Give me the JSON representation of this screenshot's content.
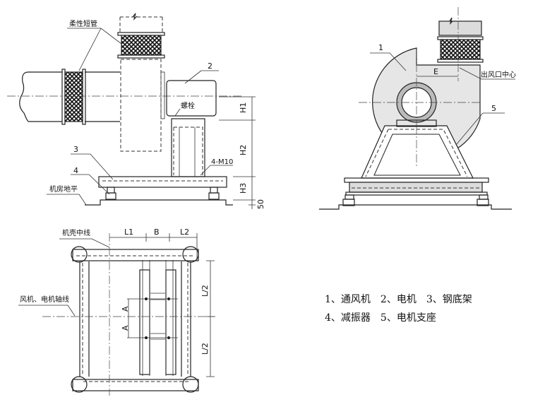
{
  "side_view": {
    "flexible_duct_label": "柔性短管",
    "motor_callout": "2",
    "bolt_label": "螺栓",
    "base_callout": "3",
    "bolt_spec_label": "4-M10",
    "damper_callout": "4",
    "floor_label": "机房地平",
    "dims": {
      "h1": "H1",
      "h2": "H2",
      "h3": "H3",
      "h50": "50"
    }
  },
  "front_view": {
    "fan_callout": "1",
    "dim_e": "E",
    "outlet_center_label": "出风口中心",
    "motor_seat_callout": "5"
  },
  "plan_view": {
    "casing_centerline_label": "机壳中线",
    "shaft_axis_label": "风机、电机轴线",
    "dims": {
      "l1": "L1",
      "b": "B",
      "l2": "L2",
      "half_l_top": "L/2",
      "half_l_bottom": "L/2",
      "a_top": "A",
      "a_bottom": "A"
    }
  },
  "legend": {
    "line1": "1、通风机　2、电机　3、钢底架",
    "line2": "4、减振器　5、电机支座"
  }
}
